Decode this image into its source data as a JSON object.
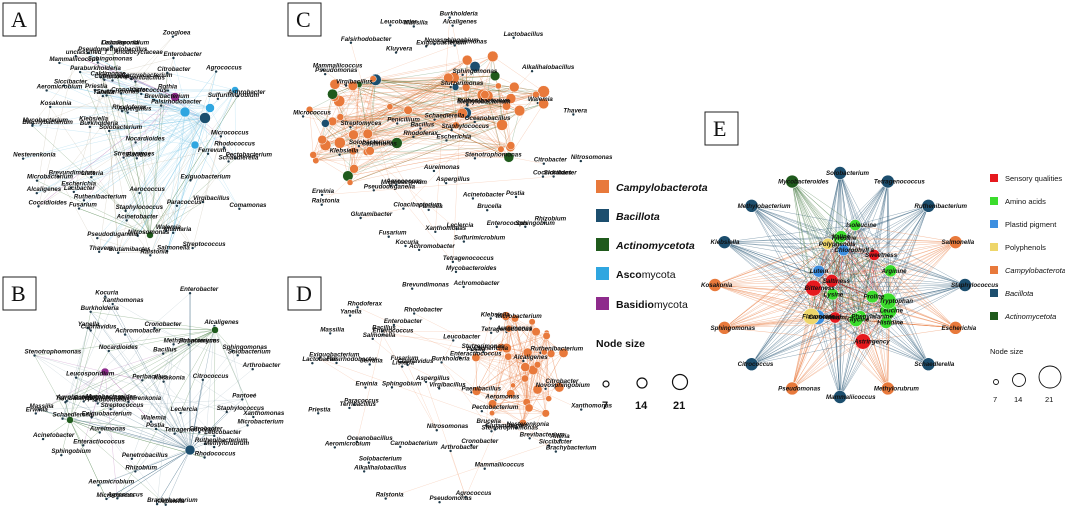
{
  "colors": {
    "campylobacterota": "#e8793b",
    "bacillota": "#1c4e6e",
    "actinomycetota": "#1f5a1c",
    "ascomycota": "#2fa6e0",
    "basidiomycota": "#8e2b8c",
    "sensory": "#e6191e",
    "amino": "#3bdc2c",
    "plastid": "#3d8fe0",
    "polyphenols": "#eed66a",
    "edge_orange": "#e8793b",
    "edge_blue": "#1c4e6e",
    "edge_green": "#2f6b2a",
    "edge_light": "#7ec8e8",
    "edge_purple": "#b06ab0",
    "node_small": "#1e3a4a"
  },
  "panels": {
    "A": {
      "letter": "A"
    },
    "B": {
      "letter": "B"
    },
    "C": {
      "letter": "C"
    },
    "D": {
      "letter": "D"
    },
    "E": {
      "letter": "E"
    }
  },
  "legend_main": {
    "items": [
      {
        "key": "campylobacterota",
        "label_bold": "Campylo",
        "label_rest": "bacterota",
        "bold_italic": true
      },
      {
        "key": "bacillota",
        "label_bold": "Bacill",
        "label_rest": "ota",
        "bold_italic": true
      },
      {
        "key": "actinomycetota",
        "label_bold": "Actino",
        "label_rest": "mycetota",
        "bold_italic": true
      },
      {
        "key": "ascomycota",
        "label_bold": "Asco",
        "label_rest": "mycota",
        "bold_italic": false
      },
      {
        "key": "basidiomycota",
        "label_bold": "Basidio",
        "label_rest": "mycota",
        "bold_italic": false
      }
    ],
    "node_size_title": "Node size",
    "sizes": [
      "7",
      "14",
      "21"
    ]
  },
  "legend_e": {
    "items": [
      {
        "key": "sensory",
        "label": "Sensory qualities",
        "italic": false
      },
      {
        "key": "amino",
        "label": "Amino acids",
        "italic": false
      },
      {
        "key": "plastid",
        "label": "Plastid pigment",
        "italic": false
      },
      {
        "key": "polyphenols",
        "label": "Polyphenols",
        "italic": false
      },
      {
        "key": "campylobacterota",
        "label": "Campylobacterota",
        "italic": true
      },
      {
        "key": "bacillota",
        "label": "Bacillota",
        "italic": true
      },
      {
        "key": "actinomycetota",
        "label": "Actinomycetota",
        "italic": true
      }
    ],
    "node_size_title": "Node size",
    "sizes": [
      "7",
      "14",
      "21"
    ]
  },
  "network_A": {
    "labels": [
      "Yanella",
      "Mammaliicoccus",
      "Sphingomonas",
      "Streptococcus",
      "Leucosporidium",
      "Paenibacillus",
      "Brevibacterium",
      "Klebsiella",
      "Salmonella",
      "Agrococcus",
      "Virgibacillus",
      "Cornyebacterium",
      "Acinetobacter",
      "Arthrobacter",
      "Escherichia",
      "Falsirhodobacter",
      "Paracoccus",
      "Fusarium",
      "Micrococcus",
      "Citrococcus",
      "Alcaligenes",
      "Rothia",
      "Brachybacterium",
      "Aspergillus",
      "Solobacterium",
      "Pantoea",
      "Cronobacter",
      "Ruthenibacterium",
      "Coccidioides",
      "Streptomyces",
      "Aerococcus",
      "Nocardioides",
      "Staphylococcus",
      "Listeria",
      "Citrobacter",
      "Mycobacterium",
      "Siccibacter",
      "Schaedlerella",
      "Brevundimonas",
      "Stutzerimonas",
      "Nesterenkonia",
      "Walemia",
      "Sulfurimicrobium",
      "Pectobacterium",
      "Priestia",
      "Enterobacter",
      "Glutamibacter",
      "Rhodococcus",
      "Altamaria",
      "Pseudomethylobacillus",
      "Kosakonia",
      "Comamonas",
      "Exiguobacterium",
      "Microbacterium",
      "Thavera",
      "Ralstonia",
      "Lacibacter",
      "Ferrevum",
      "Caballeronia",
      "Zoogloea",
      "Aeromicrobium",
      "Bacillus",
      "Nitrosomonas",
      "Paraburkholderia",
      "Caldimonas",
      "unclassified_f__Rhodocyclaceae",
      "Rhodoferax",
      "Burkholderia",
      "Cupriavidus",
      "Pseudoduganella"
    ]
  },
  "network_B": {
    "labels": [
      "Postia",
      "Agrococcus",
      "Ruthenibacterium",
      "Kosakonia",
      "Xanthomonas",
      "Nesterenkonia",
      "Tetragenococcus",
      "Kocuria",
      "Nocardioides",
      "Corynebacterium",
      "Peribacillus",
      "Penetrobacillus",
      "Enteractiococcus",
      "Streptococcus",
      "Microbacterium",
      "Leucobacter",
      "Solobacterium",
      "Walemia",
      "Brachybacterium",
      "Cronobacter",
      "Citrococcus",
      "Citrobacter",
      "Cupriavidus",
      "Schaedlerella",
      "Yanella",
      "Staphylococcus",
      "Alcaligenes",
      "Streptomyces",
      "Mycobacteroides",
      "Leucosporidium",
      "Erwinia",
      "Terribacillus",
      "Enterobacter",
      "Agrobacterium",
      "Acinetobacter",
      "Stenotrophomonas",
      "Arthrobacter",
      "Rhodococcus",
      "Achromobacter",
      "Pseudomonas",
      "Methylobacterium",
      "Leclercia",
      "Bacillus",
      "Pantoeé",
      "Microcoocus",
      "Klebsiella",
      "Aureimonas",
      "Exiguobacterium",
      "Sphingobium",
      "Massilia",
      "Burkholderia",
      "Sphingomonas",
      "Aeromicrobium",
      "Methylorubrum",
      "Rhizobium",
      "Xanthomonas"
    ]
  },
  "network_C": {
    "labels": [
      "Agrococcus",
      "Micrococcus",
      "Siccibacter",
      "Methylobacterium",
      "Falsirhodobacter",
      "Alcaligenes",
      "Cloacibacterium",
      "Pseudoduganella",
      "Erwinia",
      "Rhizobium",
      "Tetragenococcus",
      "Novosphingobium",
      "Pseudomonas",
      "Thavera",
      "Microbacterium",
      "Stenotrophomonas",
      "Sphingobium",
      "Kocuria",
      "Glutamibacter",
      "Achromobacter",
      "Mammaliicoccus",
      "Sulfurimicrobium",
      "Caldimonas",
      "Nitrosomonas",
      "Massilia",
      "Ralstonia",
      "Lactobacillus",
      "Exiguobacterium",
      "Alkalihalobacillus",
      "Burkholderia",
      "Escherichia",
      "Klebsiella",
      "Citrobacter",
      "Aspergillus",
      "Sphingomonas",
      "Ruthenibacterium",
      "Streptomyces",
      "Brucella",
      "Schaedlerella",
      "Leclercia",
      "Xanthomonas",
      "Kluyvera",
      "Acinetobacter",
      "Virgibacillus",
      "Solobacterium",
      "Pantoea",
      "Pseudomonas",
      "Enterococcus",
      "Walemia",
      "Peniciliium",
      "Rhodoferax",
      "Oceanobacillus",
      "Aureimonas",
      "Staphylococcus",
      "Fusarium",
      "Coccidioides",
      "Stutzerimonas",
      "Leucobacter",
      "Postia",
      "Bacillus"
    ]
  },
  "network_D": {
    "labels": [
      "Agrococcus",
      "Escherichia",
      "Falsirhodobacter",
      "Enterococcus",
      "Fusarium",
      "Aspergillus",
      "Yanella",
      "Aeromicrobium",
      "Carnobacterium",
      "Brevibacterium",
      "Mammaliicoccus",
      "Arthrobacter",
      "Brachybacterium",
      "Brucella",
      "Glutamibacter",
      "Listeria",
      "Lactobacter",
      "Sphingobium",
      "Stenotrophomonas",
      "Pseudomonas",
      "Siccibacter",
      "Priestia",
      "Aeromonas",
      "Salmonella",
      "Paracoccus",
      "Mycobacteroides",
      "Klebsiella",
      "Alkalihalobacillus",
      "Pectobacterium",
      "Aureimonas",
      "Enteractiococcus",
      "Tetragenococcus",
      "Ralstonia",
      "Alteria",
      "Massilia",
      "Xanthomonas",
      "Achromobacter",
      "Stutzerimonas",
      "Brevundimonas",
      "Microbacterium",
      "Citrobacter",
      "Rhodobacter",
      "Serratia",
      "Nitrosomonas",
      "Enterobacter",
      "Leucobacter",
      "Nesterenkonia",
      "Burkholderia",
      "Erwinia",
      "Oceanobacillus",
      "Novosphingobium",
      "Paenibacillus",
      "Solobacterium",
      "Cronobacter",
      "Alcaligenes",
      "Virgibacillus",
      "Terribacillus",
      "Rhodoferax",
      "Ruthenibacterium",
      "Cupriavidus",
      "Bacillus",
      "Postia",
      "Exiguobacterium"
    ]
  },
  "network_E": {
    "labels": [
      "Solobacterium",
      "Tetragenococcus",
      "Ruthenibacterium",
      "Salmonella",
      "Staphylococcus",
      "Escherichia",
      "Schaedlerella",
      "Methylorubrum",
      "Mammaliicoccus",
      "Pseudomonas",
      "Citrococcus",
      "Sphingomonas",
      "Kosakonia",
      "Klebsiella",
      "Methylobacterium",
      "Mycobacteroides",
      "Leucine",
      "Isoleucine",
      "Proline",
      "Arginine",
      "Tryptophan",
      "Phenylalanine",
      "Tyrosine",
      "Glycine",
      "Carotenoid",
      "Lutein",
      "Chlorophyll a",
      "Flavonoids",
      "Polyphenols",
      "Bitterness",
      "Saltiness",
      "Umami",
      "Sweetness",
      "Astringency",
      "Histidine",
      "Lysine",
      "Valine"
    ]
  }
}
